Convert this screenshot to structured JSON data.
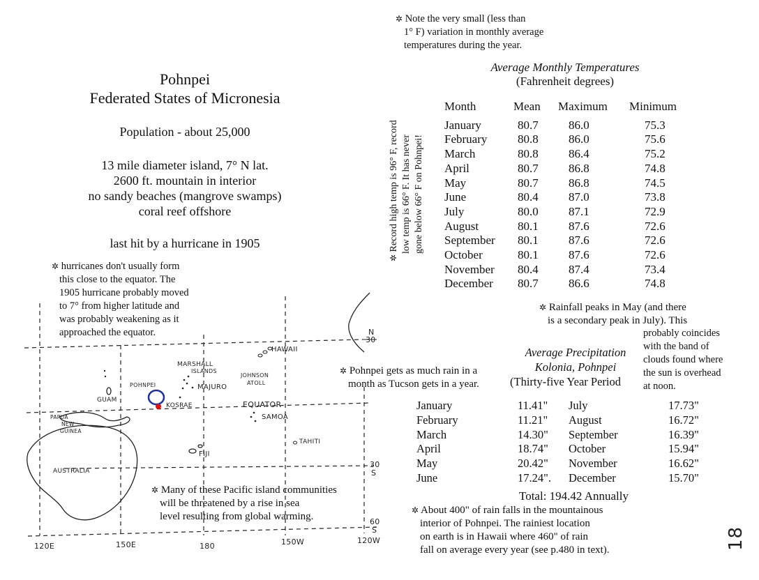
{
  "left": {
    "title_line1": "Pohnpei",
    "title_line2": "Federated States of Micronesia",
    "population": "Population - about 25,000",
    "facts": [
      "13 mile diameter island, 7° N lat.",
      "2600 ft. mountain in interior",
      "no sandy beaches (mangrove swamps)",
      "coral reef offshore"
    ],
    "hurricane": "last hit by a hurricane in 1905",
    "hurricane_note": [
      "hurricanes don't usually form",
      "this close to the equator.  The",
      "1905 hurricane probably moved",
      "to 7° from higher latitude and",
      "was probably weakening as it",
      "approached the equator."
    ]
  },
  "map": {
    "labels": {
      "hawaii": "HAWAII",
      "marshall": "MARSHALL",
      "islands": "ISLANDS",
      "johnson": "JOHNSON",
      "atoll": "ATOLL",
      "pohnpei": "POHNPEI",
      "majuro": "MAJURO",
      "guam": "GUAM",
      "kosrae": "KOSRAE",
      "equator": "EQUATOR",
      "samoa": "SAMOA",
      "papua": "PAPUA",
      "new": "NEW",
      "guinea": "GUINEA",
      "tahiti": "TAHITI",
      "fiji": "FIJI",
      "australia": "AUSTRALIA",
      "n30_a": "N",
      "n30_b": "30",
      "s30_a": "30",
      "s30_b": "S",
      "s60_a": "60",
      "s60_b": "S",
      "lon_120e": "120E",
      "lon_150e": "150E",
      "lon_180": "180",
      "lon_150w": "150W",
      "lon_120w": "120W"
    },
    "threat_note": [
      "Many of these Pacific island communities",
      "will be threatened by a rise in sea",
      "level resulting from global warming."
    ],
    "rain_note": [
      "Pohnpei gets as much rain in a",
      "month as Tucson gets in a year."
    ]
  },
  "temperature": {
    "top_note": [
      "Note the very small (less than",
      "1° F) variation in monthly average",
      "temperatures during the year."
    ],
    "title": "Average Monthly Temperatures",
    "subtitle": "(Fahrenheit degrees)",
    "side_note": [
      "Record high temp is 96° F, record",
      "low temp is 66° F.  It has never",
      "gone below 66° F on Pohnpei!"
    ],
    "headers": [
      "Month",
      "Mean",
      "Maximum",
      "Minimum"
    ],
    "rows": [
      [
        "January",
        "80.7",
        "86.0",
        "75.3"
      ],
      [
        "February",
        "80.8",
        "86.0",
        "75.6"
      ],
      [
        "March",
        "80.8",
        "86.4",
        "75.2"
      ],
      [
        "April",
        "80.7",
        "86.8",
        "74.8"
      ],
      [
        "May",
        "80.7",
        "86.8",
        "74.5"
      ],
      [
        "June",
        "80.4",
        "87.0",
        "73.8"
      ],
      [
        "July",
        "80.0",
        "87.1",
        "72.9"
      ],
      [
        "August",
        "80.1",
        "87.6",
        "72.6"
      ],
      [
        "September",
        "80.1",
        "87.6",
        "72.6"
      ],
      [
        "October",
        "80.1",
        "87.6",
        "72.6"
      ],
      [
        "November",
        "80.4",
        "87.4",
        "73.4"
      ],
      [
        "December",
        "80.7",
        "86.6",
        "74.8"
      ]
    ]
  },
  "precipitation": {
    "peak_note": [
      "Rainfall peaks in May (and there",
      "is a secondary peak in July).  This"
    ],
    "coincide_note": [
      "probably coincides",
      "with the band of",
      "clouds found where",
      "the sun is overhead",
      "at noon."
    ],
    "title1": "Average Precipitation",
    "title2": "Kolonia, Pohnpei",
    "title3": "(Thirty-five Year Period",
    "rows": [
      [
        "January",
        "11.41\"",
        "July",
        "17.73\""
      ],
      [
        "February",
        "11.21\"",
        "August",
        "16.72\""
      ],
      [
        "March",
        "14.30\"",
        "September",
        "16.39\""
      ],
      [
        "April",
        "18.74\"",
        "October",
        "15.94\""
      ],
      [
        "May",
        "20.42\"",
        "November",
        "16.62\""
      ],
      [
        "June",
        "17.24\".",
        "December",
        "15.70\""
      ]
    ],
    "total": "Total: 194.42 Annually",
    "bottom_note": [
      "About 400\" of rain falls in the mountainous",
      "interior of Pohnpei.  The rainiest location",
      "on earth is in Hawaii where 460\" of rain",
      "fall on average every year (see p.480 in text)."
    ]
  },
  "page_number": "18",
  "colors": {
    "ink": "#111111",
    "circle": "#1a2fa8",
    "dot": "#e01010"
  }
}
